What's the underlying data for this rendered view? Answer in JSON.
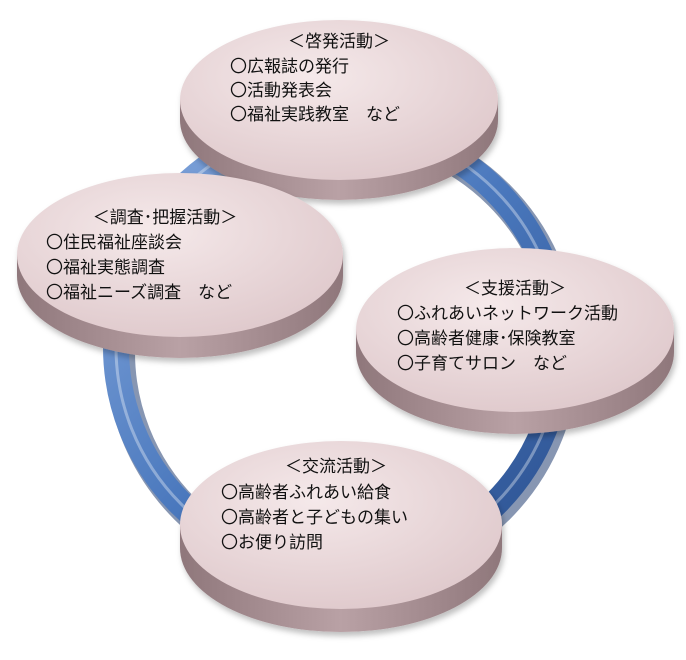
{
  "colors": {
    "disc_top": "#ddc6c9",
    "disc_top_highlight": "#f5e9ea",
    "disc_side": "#b9a1a5",
    "disc_side_dark": "#8f777b",
    "ring": "#4a78bd",
    "ring_dark": "#2a4f8e",
    "ring_light": "#86a9de"
  },
  "nodes": {
    "keihatsu": {
      "title": "＜啓発活動＞",
      "items": [
        "〇広報誌の発行",
        "〇活動発表会",
        "〇福祉実践教室　など"
      ]
    },
    "chousa": {
      "title": "＜調査･把握活動＞",
      "items": [
        "〇住民福祉座談会",
        "〇福祉実態調査",
        "〇福祉ニーズ調査　など"
      ]
    },
    "shien": {
      "title": "＜支援活動＞",
      "items": [
        "〇ふれあいネットワーク活動",
        "〇高齢者健康･保険教室",
        "〇子育てサロン　など"
      ]
    },
    "kouryu": {
      "title": "＜交流活動＞",
      "items": [
        "〇高齢者ふれあい給食",
        "〇高齢者と子どもの集い",
        "〇お便り訪問"
      ]
    }
  }
}
